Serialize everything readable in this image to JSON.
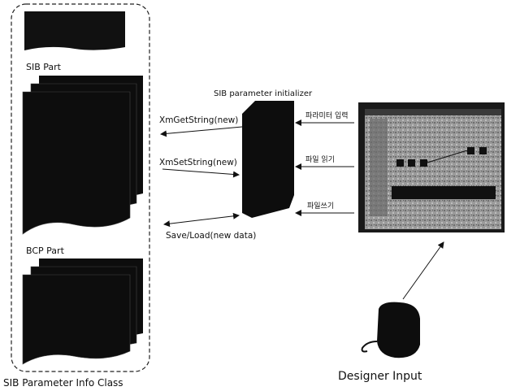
{
  "sib_class": {
    "sib_part_label": "SIB Part",
    "bcp_part_label": "BCP Part",
    "caption": "SIB Parameter Info Class"
  },
  "initializer": {
    "title": "SIB parameter initializer"
  },
  "left_arrows": {
    "get": "XmGetString(new)",
    "set": "XmSetString(new)",
    "saveload": "Save/Load(new data)"
  },
  "right_arrows": {
    "param_input": "파라미터 입력",
    "file_read": "파일 읽기",
    "file_write": "파일쓰기"
  },
  "designer": {
    "caption": "Designer Input"
  }
}
